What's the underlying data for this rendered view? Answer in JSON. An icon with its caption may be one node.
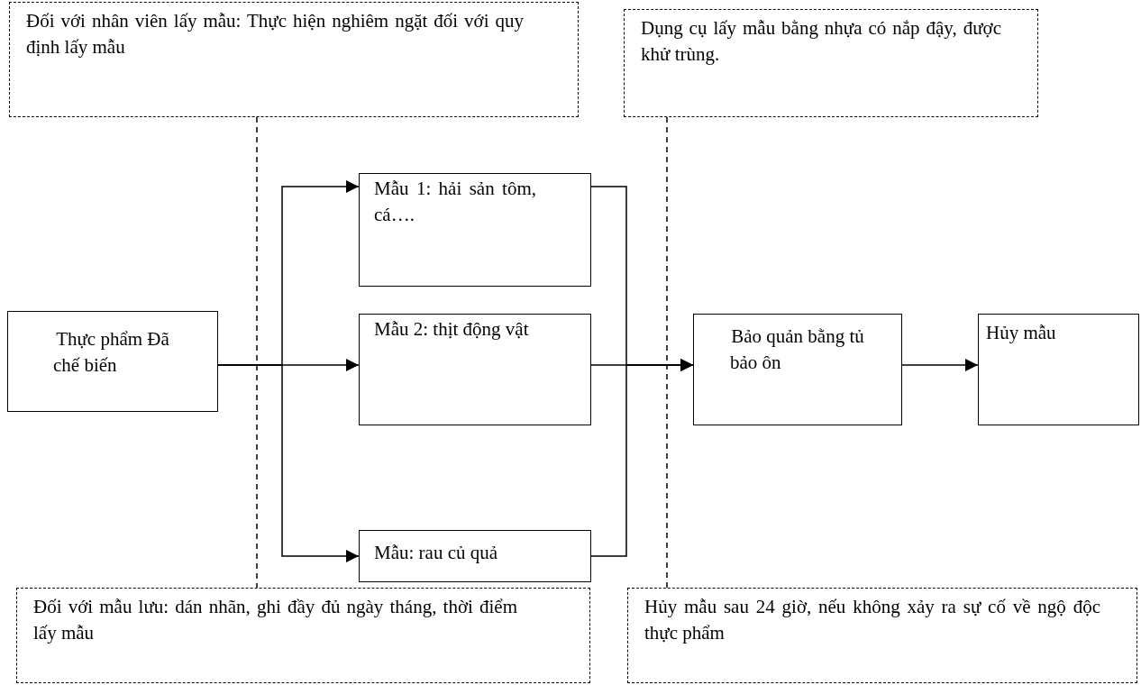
{
  "diagram": {
    "nodes": [
      {
        "text": [
          "Thực phẩm Đã chế biến"
        ]
      },
      {
        "text": [
          "Mẫu 1: hải sản tôm, cá…."
        ]
      },
      {
        "text": [
          "Mẫu 2: thịt động vật"
        ]
      },
      {
        "text": [
          "Mẫu: rau củ quả"
        ]
      },
      {
        "text": [
          "Bảo quản bằng tủ bảo ôn"
        ]
      },
      {
        "text": [
          "Hủy mẫu"
        ]
      },
      {
        "text": [
          "Đối với nhân viên lấy mẫu: Thực hiện nghiêm ngặt đối với quy định lấy mẫu"
        ]
      },
      {
        "text": [
          "Dụng cụ lấy mẫu bằng nhựa có nắp đậy, được khử trùng."
        ]
      },
      {
        "text": [
          "Đối với mẫu lưu: dán nhãn, ghi đầy đủ ngày tháng, thời điểm lấy mẫu"
        ]
      },
      {
        "text": [
          "Hủy mẫu sau 24 giờ, nếu không xảy ra sự cố về ngộ độc thực phẩm"
        ]
      }
    ],
    "edges": [
      {
        "from": 0,
        "to": 1,
        "arrow": "to"
      },
      {
        "from": 0,
        "to": 2,
        "arrow": "to"
      },
      {
        "from": 0,
        "to": 3,
        "arrow": "to"
      },
      {
        "from": 1,
        "to": 4,
        "arrow": "to"
      },
      {
        "from": 2,
        "to": 4,
        "arrow": "to"
      },
      {
        "from": 3,
        "to": 4,
        "arrow": "to"
      },
      {
        "from": 4,
        "to": 5,
        "arrow": "to"
      },
      {
        "from": 6,
        "to": 8,
        "arrow": "none",
        "style": "dashed"
      },
      {
        "from": 7,
        "to": null,
        "arrow": "none",
        "style": "dashed"
      },
      {
        "from": 9,
        "to": null,
        "arrow": "none",
        "style": "dashed"
      }
    ]
  }
}
